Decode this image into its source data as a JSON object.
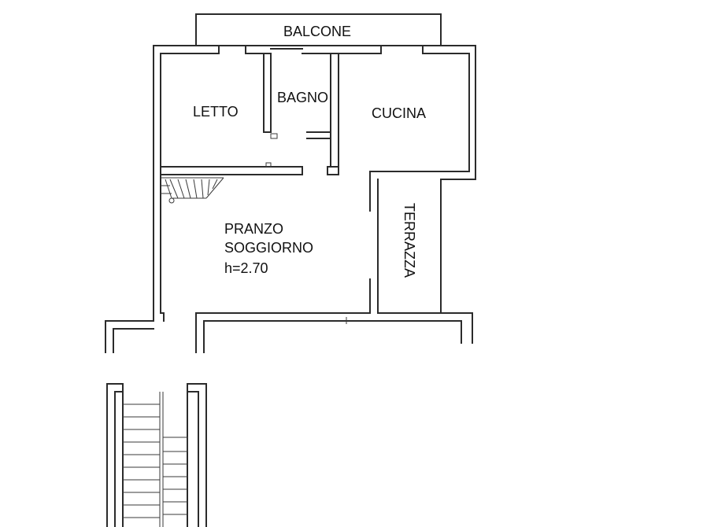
{
  "floorplan": {
    "rooms": {
      "balcone": "BALCONE",
      "letto": "LETTO",
      "bagno": "BAGNO",
      "cucina": "CUCINA",
      "pranzo": "PRANZO",
      "soggiorno": "SOGGIORNO",
      "height": "h=2.70",
      "terrazza": "TERRAZZA"
    },
    "colors": {
      "line": "#2b2b2b",
      "text": "#111111",
      "background": "#ffffff"
    }
  }
}
